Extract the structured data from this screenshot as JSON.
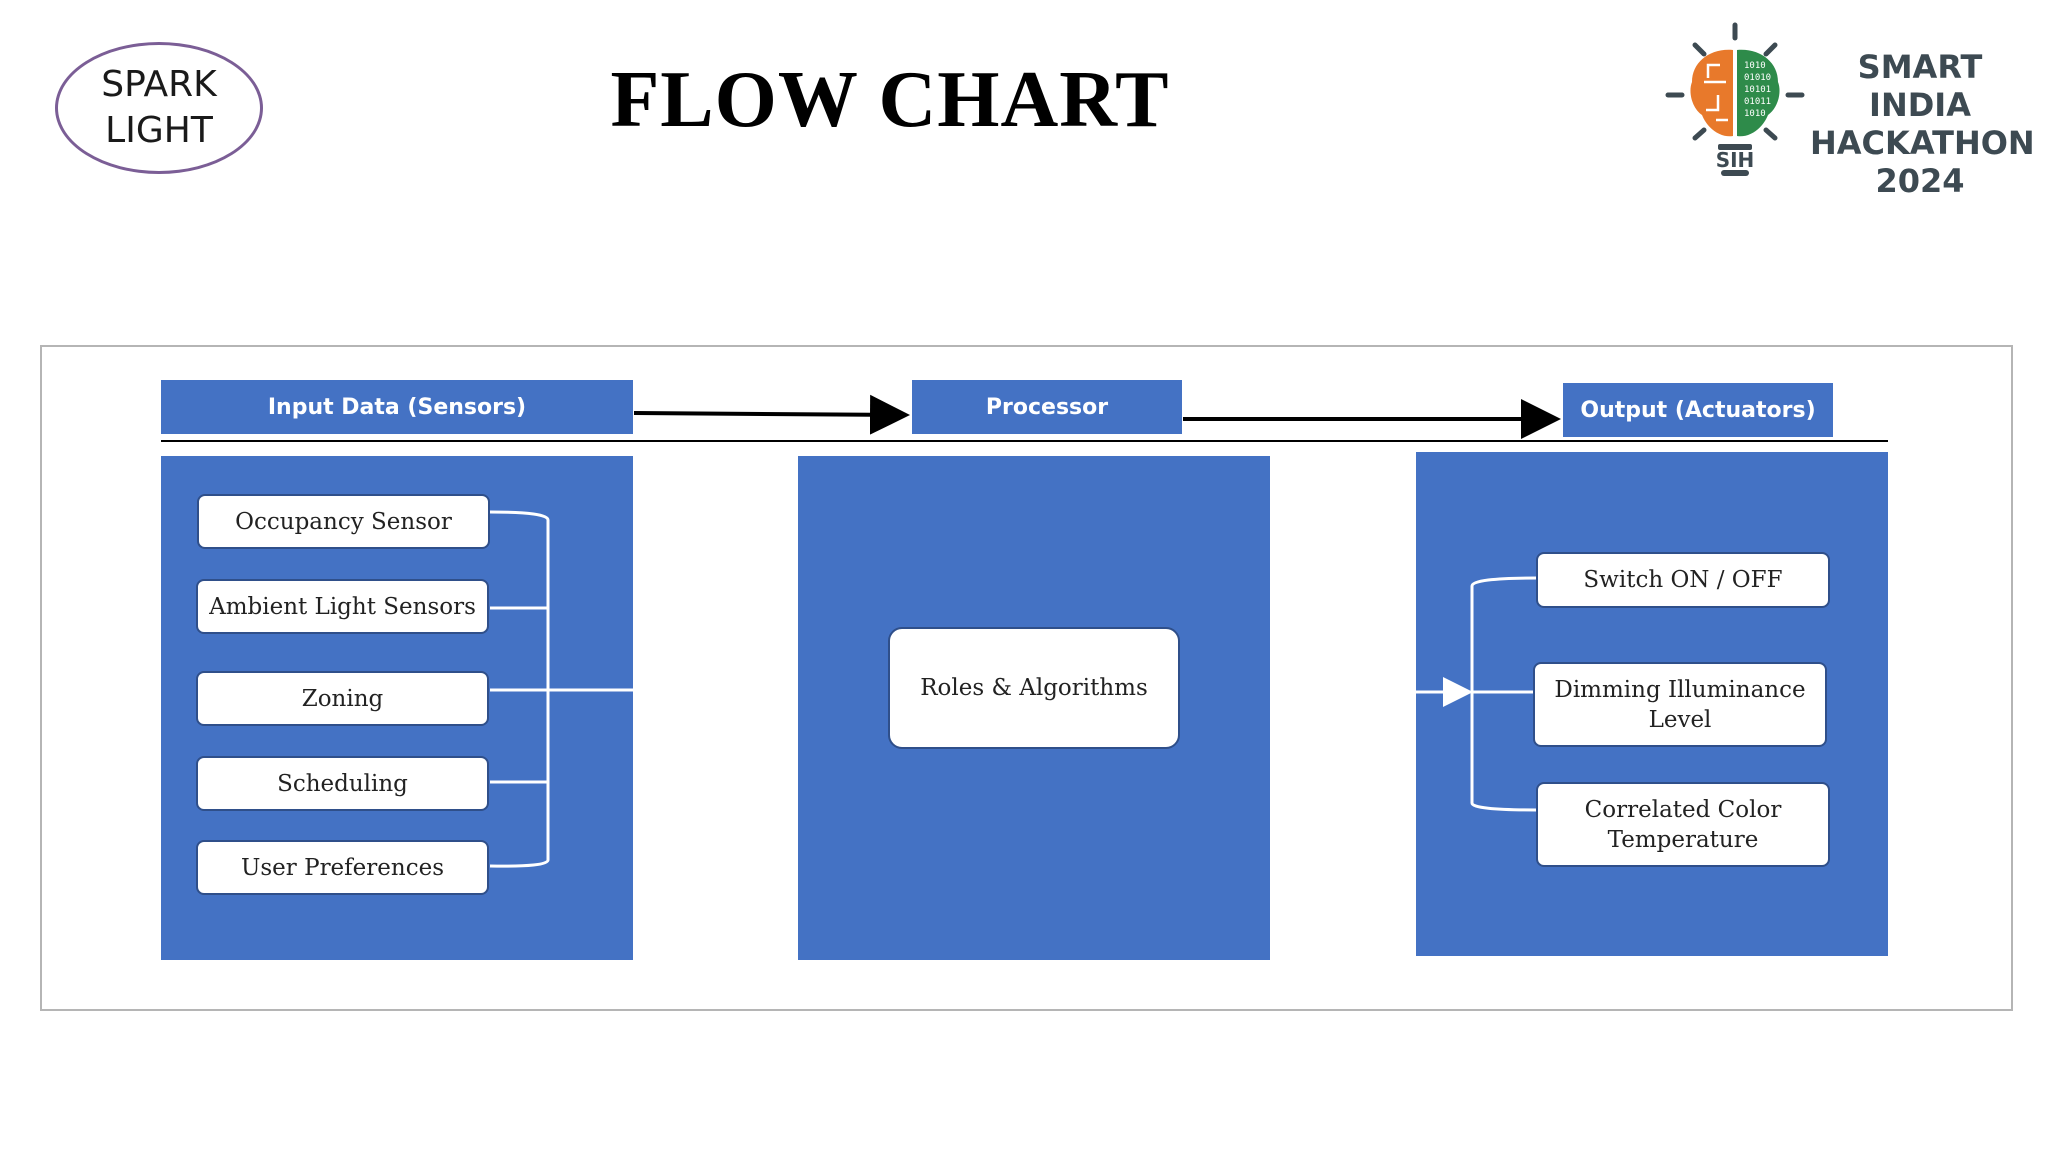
{
  "team": {
    "line1": "SPARK",
    "line2": "LIGHT"
  },
  "title": "FLOW CHART",
  "sih_logo": {
    "line1": "SMART INDIA",
    "line2": "HACKATHON",
    "line3": "2024",
    "badge": "SIH"
  },
  "diagram": {
    "input_header": "Input Data (Sensors)",
    "processor_header": "Processor",
    "output_header": "Output (Actuators)",
    "inputs": [
      "Occupancy Sensor",
      "Ambient Light Sensors",
      "Zoning",
      "Scheduling",
      "User Preferences"
    ],
    "process_node": "Roles & Algorithms",
    "outputs": [
      "Switch ON / OFF",
      "Dimming Illuminance Level",
      "Correlated Color Temperature"
    ]
  },
  "colors": {
    "panel": "#4472c4",
    "logo_orange": "#e8792b",
    "logo_green": "#2e8b4a",
    "logo_text": "#3d4a52",
    "badge_border": "#7b5e96"
  }
}
